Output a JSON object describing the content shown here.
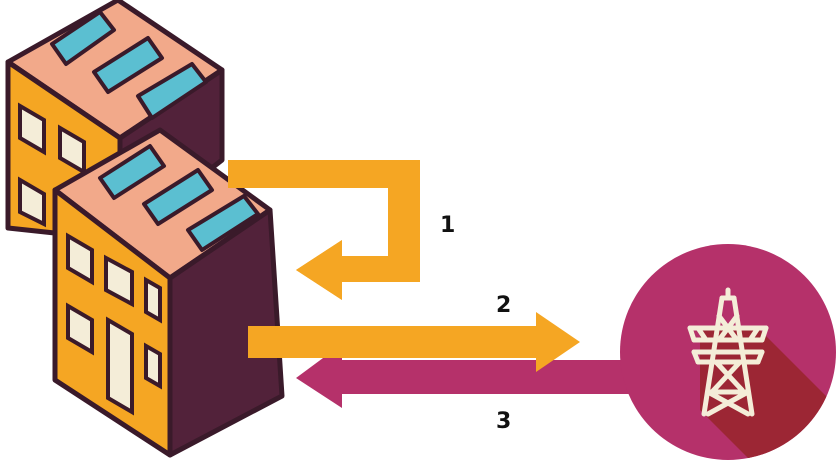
{
  "flows": [
    {
      "label": "1",
      "color": "#f5a623"
    },
    {
      "label": "2",
      "color": "#f5a623"
    },
    {
      "label": "3",
      "color": "#b5316a"
    }
  ],
  "icons": {
    "buildings": "solar-apartment-buildings-icon",
    "grid": "power-grid-tower-icon"
  },
  "colors": {
    "building_front": "#f5a623",
    "building_side": "#52223a",
    "roof": "#f2a98a",
    "solar_panel": "#5bbfd1",
    "window": "#f4edd8",
    "grid_circle": "#b5316a",
    "grid_shadow": "#9c2634",
    "tower": "#f4edd8"
  }
}
